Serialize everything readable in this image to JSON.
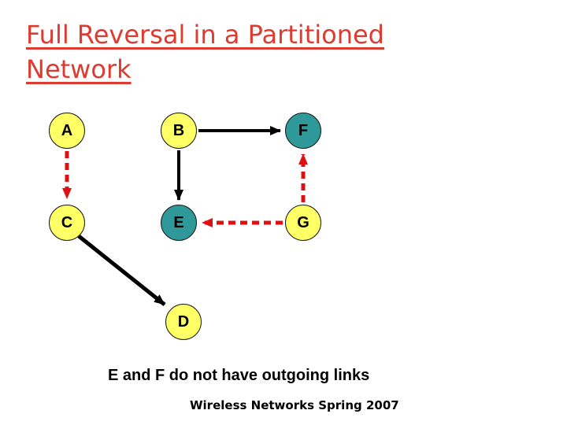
{
  "slide": {
    "title_lines": [
      "Full Reversal in a Partitioned",
      "Network"
    ],
    "caption": "E and F do not have outgoing links",
    "footer": "Wireless Networks Spring 2007"
  },
  "colors": {
    "background": "#ffffff",
    "title_red": "#de3b30",
    "normal_edge": "#000000",
    "reversed_edge": "#dd1111",
    "node_yellow": "#ffff66",
    "node_teal": "#2f9999",
    "node_border": "#1a1a1a",
    "text_black": "#000000"
  },
  "graph": {
    "nodes": [
      {
        "id": "A",
        "label": "A",
        "fill": "#ffff66"
      },
      {
        "id": "B",
        "label": "B",
        "fill": "#ffff66"
      },
      {
        "id": "F",
        "label": "F",
        "fill": "#2f9999"
      },
      {
        "id": "C",
        "label": "C",
        "fill": "#ffff66"
      },
      {
        "id": "E",
        "label": "E",
        "fill": "#2f9999"
      },
      {
        "id": "G",
        "label": "G",
        "fill": "#ffff66"
      },
      {
        "id": "D",
        "label": "D",
        "fill": "#ffff66"
      }
    ],
    "edges": [
      {
        "from": "B",
        "to": "F",
        "style": "solid-black"
      },
      {
        "from": "B",
        "to": "E",
        "style": "solid-black"
      },
      {
        "from": "C",
        "to": "D",
        "style": "solid-black"
      },
      {
        "from": "A",
        "to": "C",
        "style": "dashed-red"
      },
      {
        "from": "G",
        "to": "F",
        "style": "dashed-red"
      },
      {
        "from": "G",
        "to": "E",
        "style": "dashed-red"
      }
    ]
  }
}
